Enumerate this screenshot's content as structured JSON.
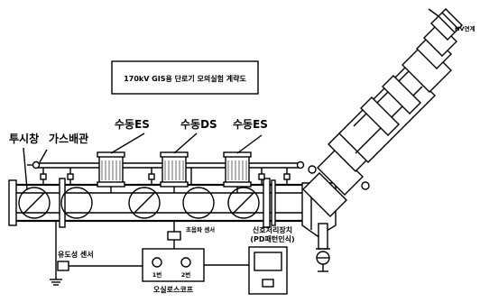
{
  "diagram": {
    "title": "170kV GIS용 단로기 모의실험 계략도",
    "labels": {
      "viewport": "투시창",
      "gas_pipe": "가스배관",
      "manual_es_left": "수동ES",
      "manual_ds": "수동DS",
      "manual_es_right": "수동ES",
      "hv_connection": "HV연계",
      "ultrasonic_sensor": "초음파 센서",
      "inductive_sensor": "유도성 센서",
      "signal_processor_line1": "신호처리장치",
      "signal_processor_line2": "(PD패턴인식)",
      "channel_1": "1번",
      "channel_2": "2번",
      "oscilloscope": "오실로스코프"
    },
    "colors": {
      "line": "#000000",
      "background": "#ffffff"
    }
  }
}
